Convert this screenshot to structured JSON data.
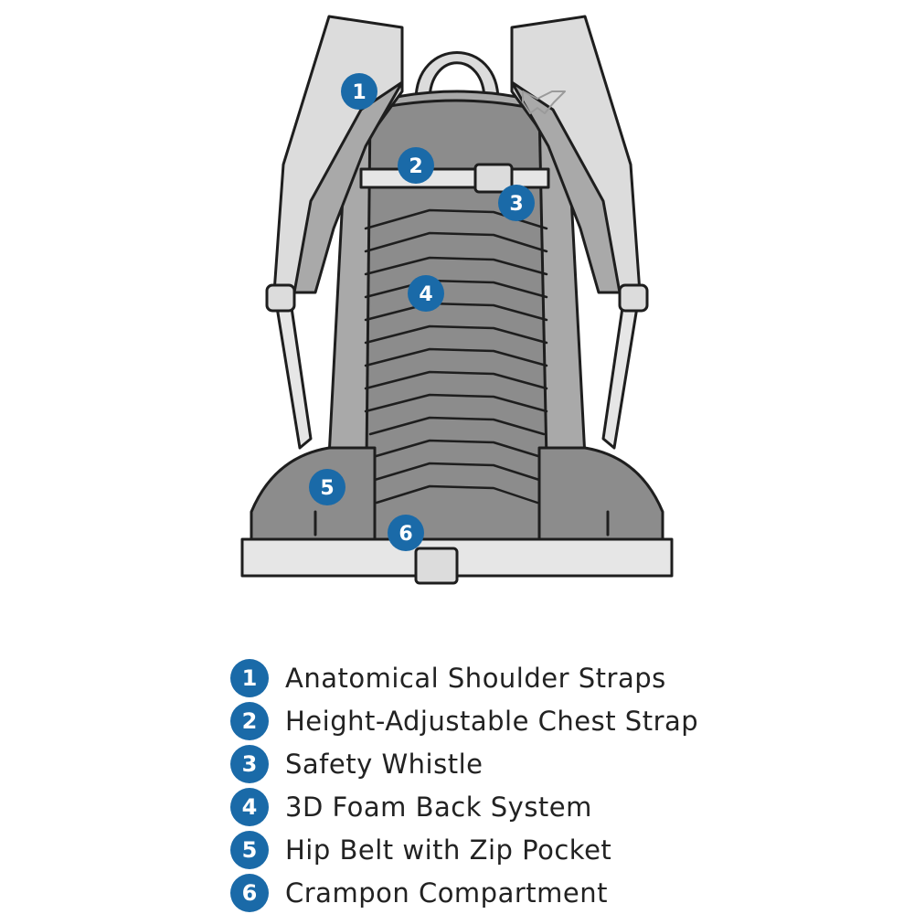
{
  "colors": {
    "accent": "#1a6aa8",
    "outline": "#1e1e1e",
    "strap_light": "#dcdcdc",
    "panel_dark": "#8c8c8c",
    "panel_mid": "#a9a9a9",
    "webbing": "#e6e6e6"
  },
  "markers": [
    "1",
    "2",
    "3",
    "4",
    "5",
    "6"
  ],
  "legend": {
    "items": [
      {
        "number": "1",
        "label": "Anatomical Shoulder Straps"
      },
      {
        "number": "2",
        "label": "Height-Adjustable Chest Strap"
      },
      {
        "number": "3",
        "label": "Safety Whistle"
      },
      {
        "number": "4",
        "label": "3D Foam Back System"
      },
      {
        "number": "5",
        "label": "Hip Belt with Zip Pocket"
      },
      {
        "number": "6",
        "label": "Crampon Compartment"
      }
    ]
  }
}
